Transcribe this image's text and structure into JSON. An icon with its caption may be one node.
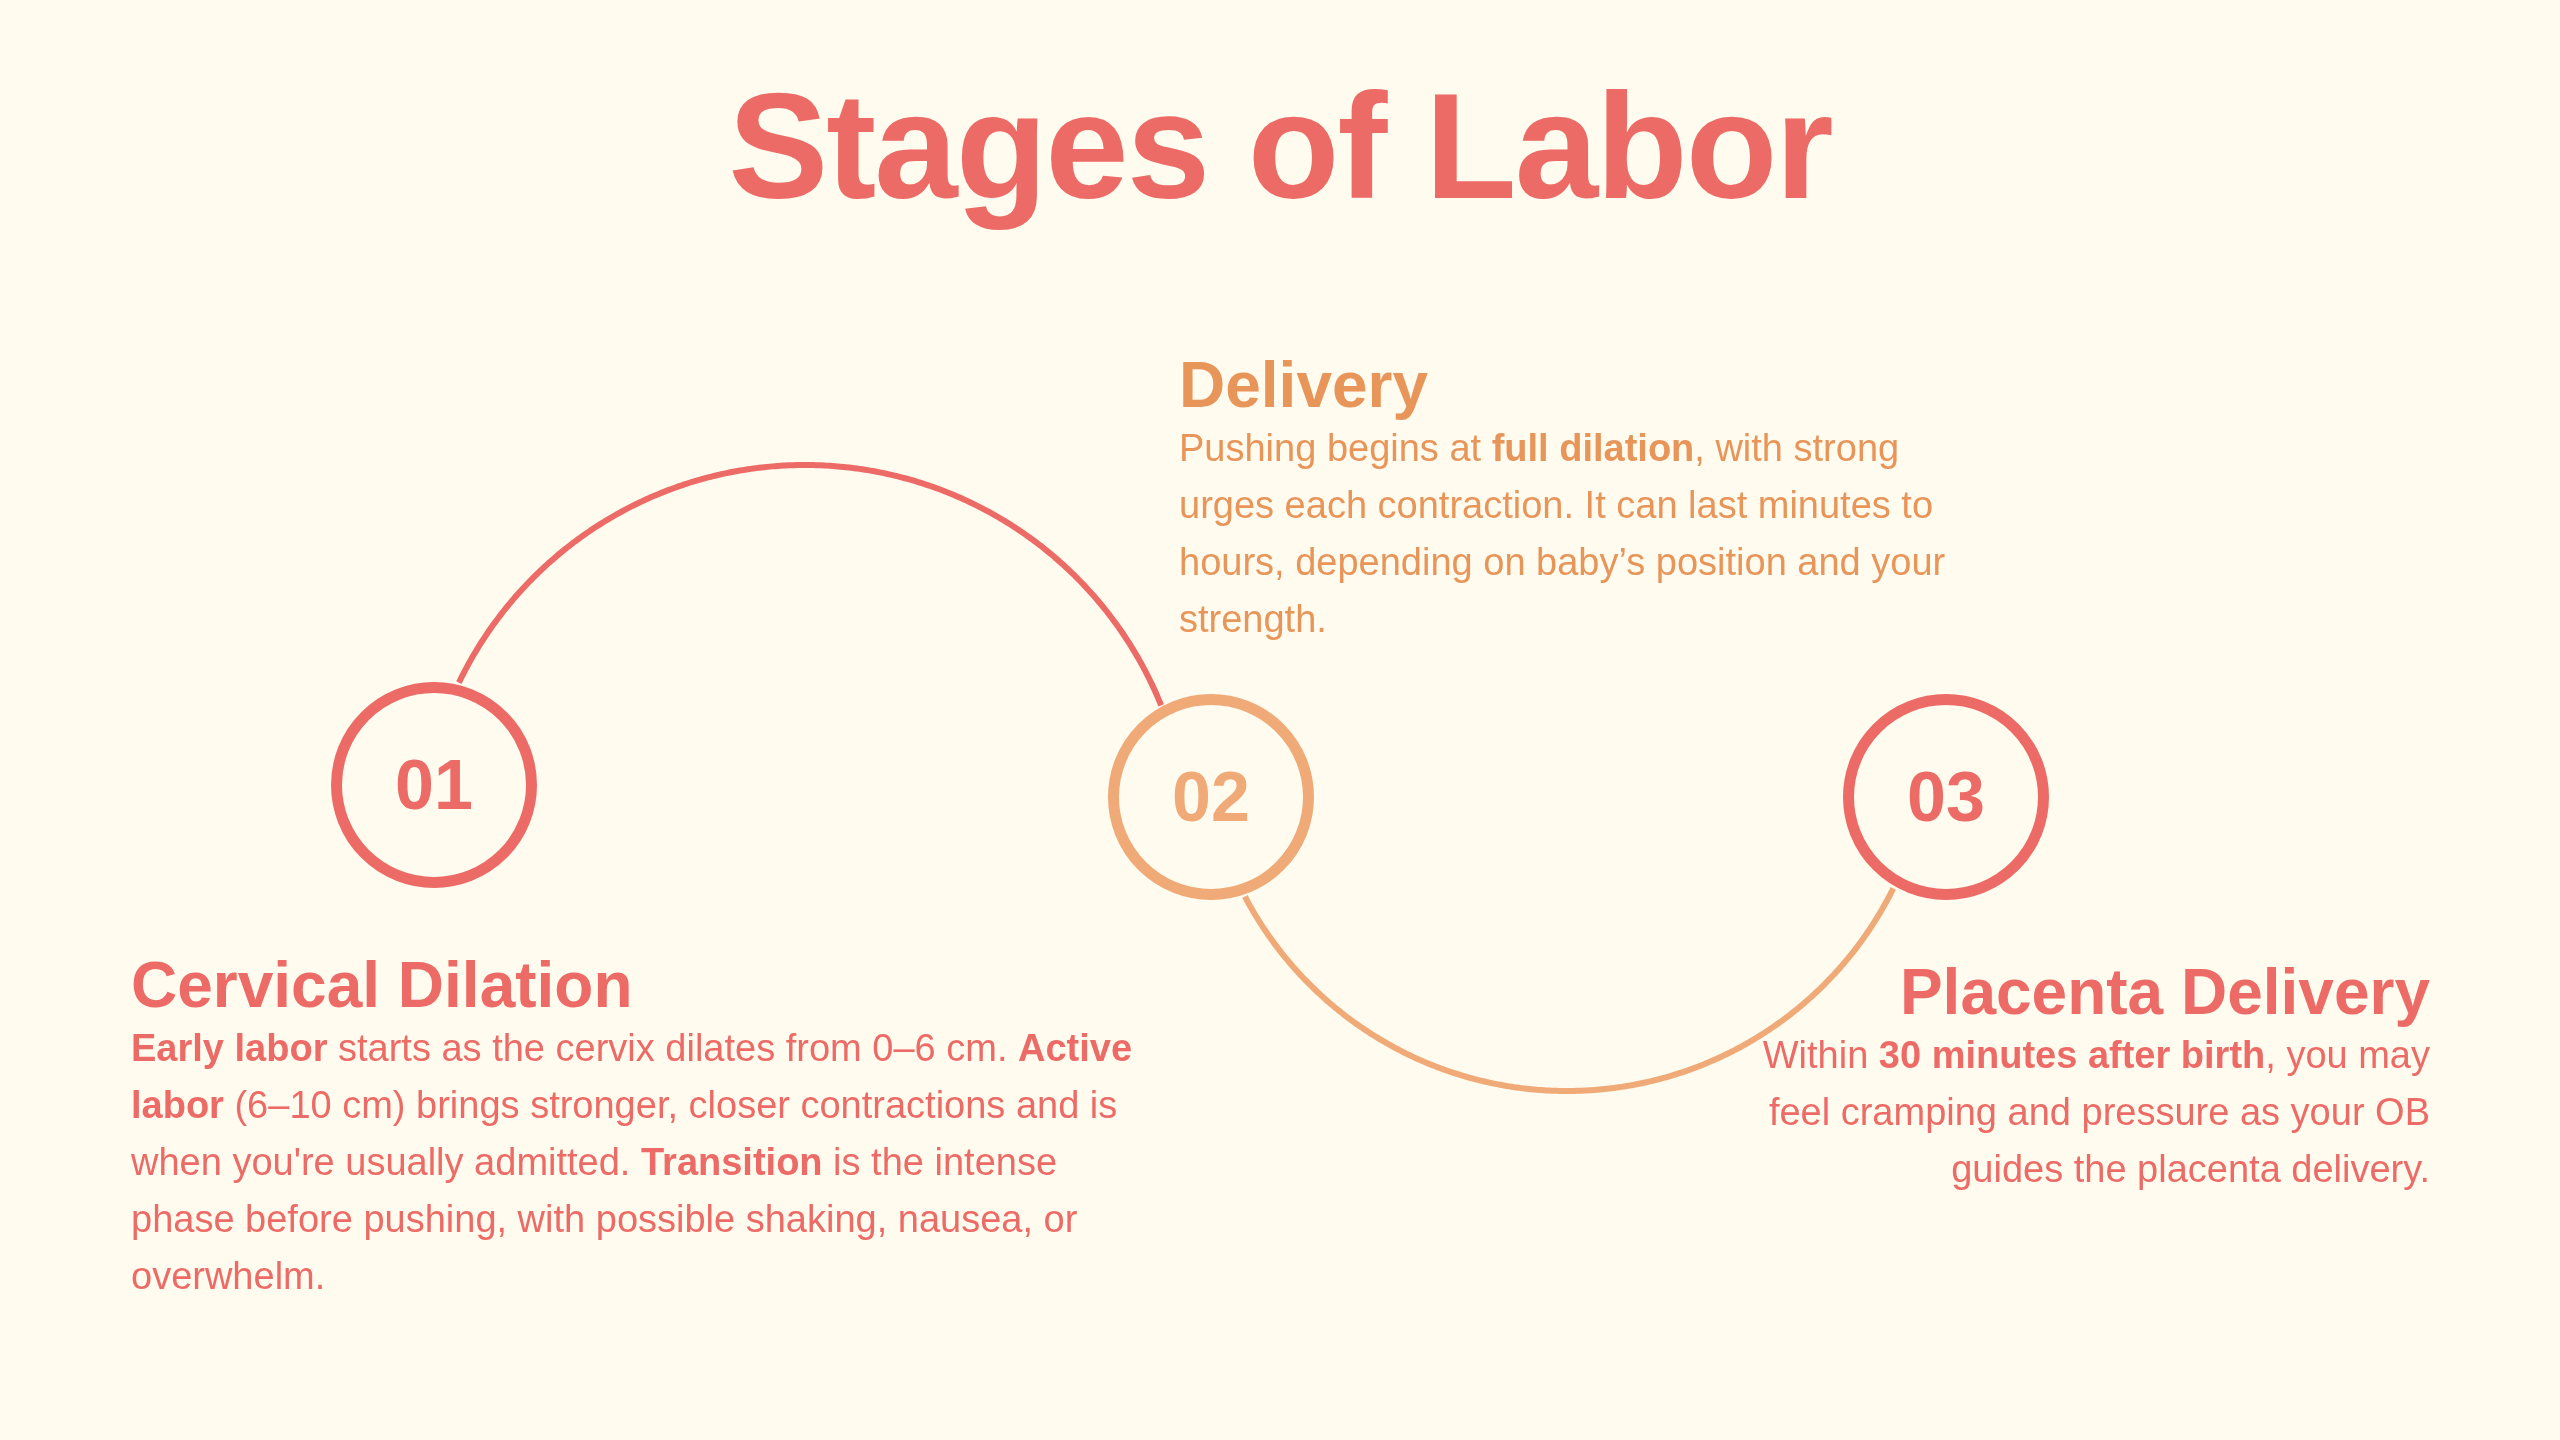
{
  "diagram": {
    "title": "Stages of Labor",
    "nodes": [
      {
        "text": [
          "01"
        ],
        "beside": [
          "Cervical Dilation",
          "**Early labor** starts as the cervix dilates from 0–6 cm. **Active labor** (6–10 cm) brings stronger, closer contractions and is when you're usually admitted. **Transition** is the intense phase before pushing, with possible shaking, nausea, or overwhelm."
        ]
      },
      {
        "text": [
          "02"
        ],
        "beside": [
          "Delivery",
          "Pushing begins at **full dilation**, with strong urges each contraction. It can last minutes to hours, depending on baby’s position and your strength."
        ]
      },
      {
        "text": [
          "03"
        ],
        "beside": [
          "Placenta Delivery",
          "Within **30 minutes after birth**, you may feel cramping and pressure as your OB guides the placenta delivery."
        ]
      }
    ],
    "edges": [
      {
        "from": 0,
        "to": 1,
        "arrow": "none",
        "color": "#ec6b66"
      },
      {
        "from": 1,
        "to": 2,
        "arrow": "none",
        "color": "#f0aa78"
      }
    ]
  }
}
